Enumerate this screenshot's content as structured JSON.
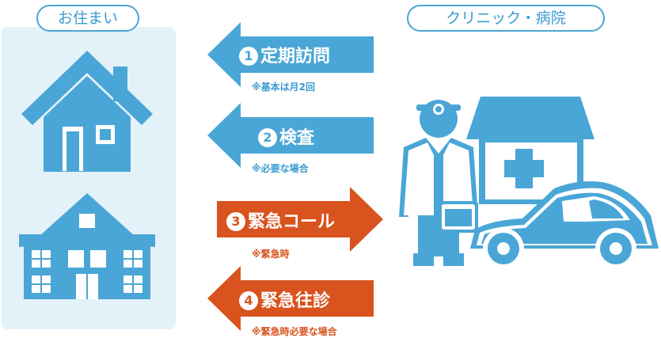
{
  "labels": {
    "home": "お住まい",
    "clinic": "クリニック・病院"
  },
  "steps": [
    {
      "number": "1",
      "label": "定期訪問",
      "note": "※基本は月2回",
      "direction": "left",
      "color": "#4aa6d6"
    },
    {
      "number": "2",
      "label": "検査",
      "note": "※必要な場合",
      "direction": "left",
      "color": "#4aa6d6"
    },
    {
      "number": "3",
      "label": "緊急コール",
      "note": "※緊急時",
      "direction": "right",
      "color": "#d9531e"
    },
    {
      "number": "4",
      "label": "緊急往診",
      "note": "※緊急時必要な場合",
      "direction": "left",
      "color": "#d9531e"
    }
  ],
  "colors": {
    "primary_blue": "#4aa6d6",
    "emergency_red": "#d9531e",
    "panel_bg": "#e3f1f9"
  },
  "icons": [
    "house-icon",
    "building-icon",
    "doctor-icon",
    "hospital-icon",
    "car-icon"
  ]
}
